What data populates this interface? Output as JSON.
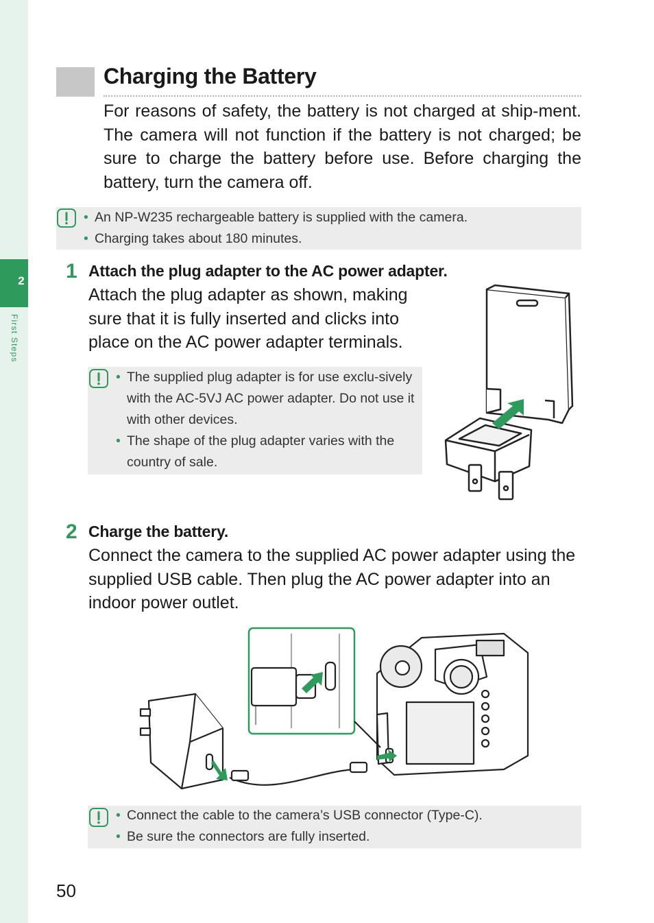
{
  "sidebar": {
    "chapter_number": "2",
    "chapter_name": "First Steps"
  },
  "section": {
    "title": "Charging the Battery",
    "intro": "For reasons of safety, the battery is not charged at ship-ment. The camera will not function if the battery is not charged; be sure to charge the battery before use. Before charging the battery, turn the camera off."
  },
  "note1": {
    "icon": "caution-icon",
    "items": [
      "An NP-W235 rechargeable battery is supplied with the camera.",
      "Charging takes about 180 minutes."
    ]
  },
  "step1": {
    "number": "1",
    "heading": "Attach the plug adapter to the AC power adapter.",
    "text": "Attach the plug adapter as shown, making sure that it is fully inserted and clicks into place on the AC power adapter terminals.",
    "note": {
      "icon": "caution-icon",
      "items": [
        "The supplied plug adapter is for use exclu-sively with the AC-5VJ AC power adapter. Do not use it with other devices.",
        "The shape of the plug adapter varies with the country of sale."
      ]
    }
  },
  "step2": {
    "number": "2",
    "heading": "Charge the battery.",
    "text": "Connect the camera to the supplied AC power adapter using the supplied USB cable. Then plug the AC power adapter into an indoor power outlet.",
    "note": {
      "icon": "caution-icon",
      "items": [
        "Connect the cable to the camera’s USB connector (Type-C).",
        "Be sure the connectors are fully inserted."
      ]
    }
  },
  "footer": {
    "page_number": "50"
  },
  "colors": {
    "accent": "#2e9a5c",
    "sidebar": "#e6f2ec",
    "note_bg": "#ececec",
    "title_square": "#c7c7c7"
  }
}
